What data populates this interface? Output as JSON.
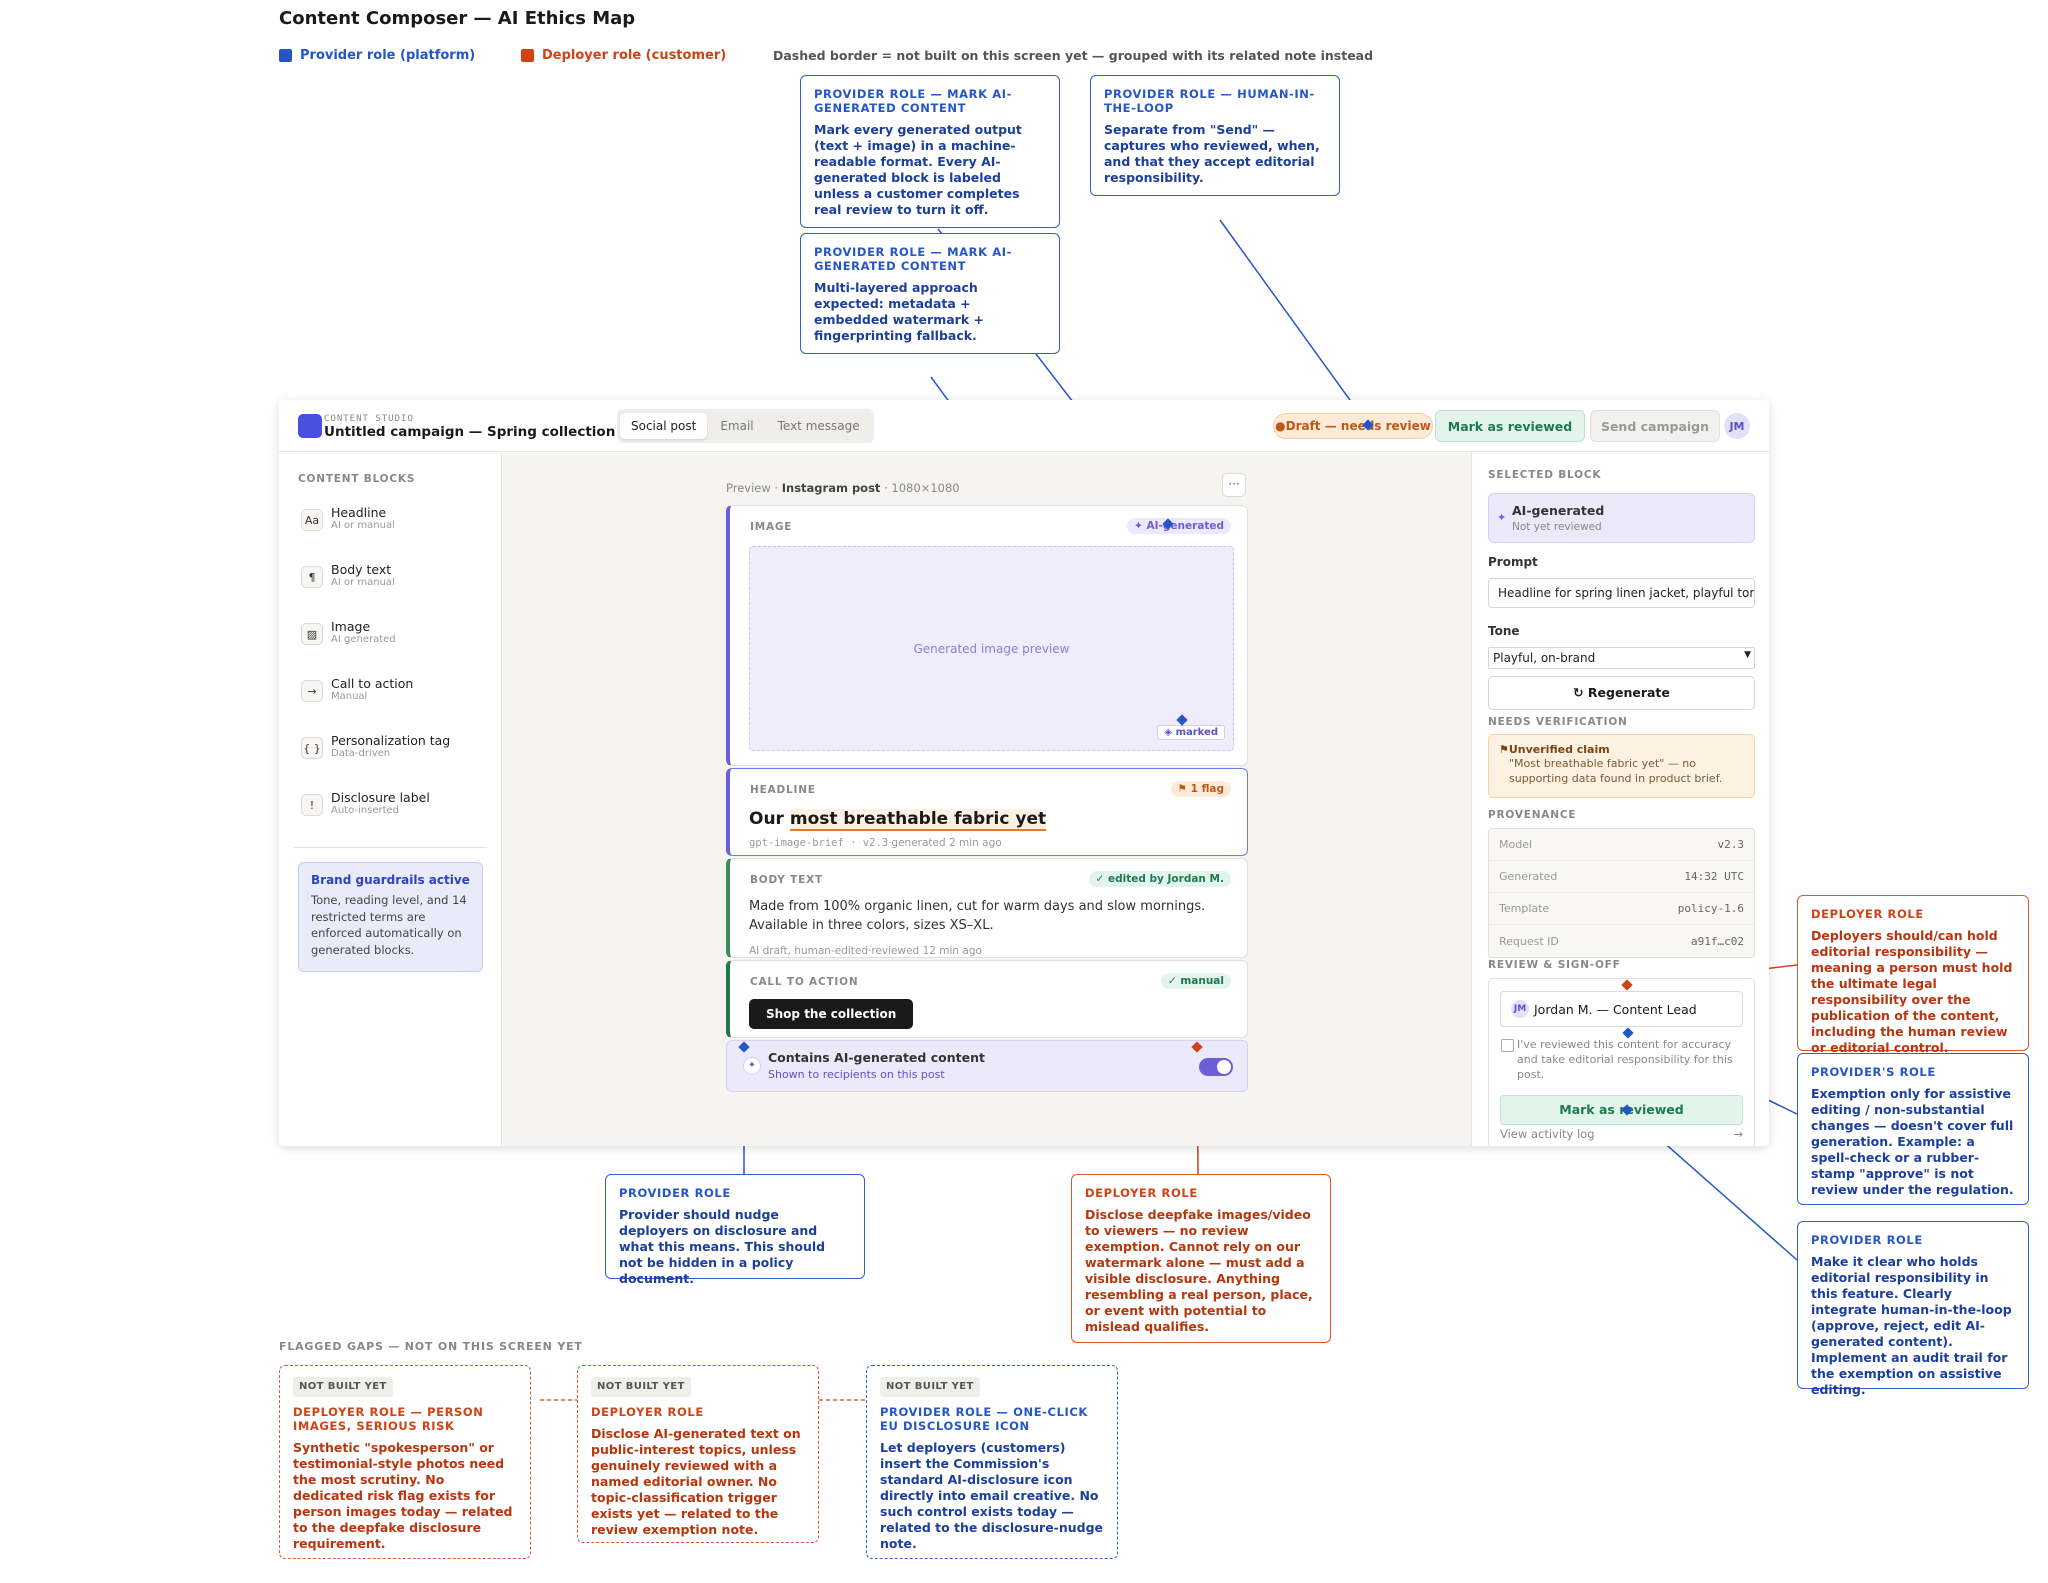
{
  "title": "Content Composer — AI Ethics Map",
  "legend": {
    "provider": "Provider role (platform)",
    "deployer": "Deployer role (customer)",
    "dashed": "Dashed border = not built on this screen yet — grouped with its related note instead"
  },
  "colors": {
    "provider": "#2456c8",
    "deployer": "#cf4314"
  },
  "notes": {
    "n1": {
      "head": "PROVIDER ROLE — MARK AI-GENERATED CONTENT",
      "body": "Mark every generated output (text + image) in a machine-readable format. Every AI-generated block is labeled unless a customer completes real review to turn it off."
    },
    "n2": {
      "head": "PROVIDER ROLE — HUMAN-IN-THE-LOOP",
      "body": "Separate from \"Send\" — captures who reviewed, when, and that they accept editorial responsibility."
    },
    "n3": {
      "head": "PROVIDER ROLE — MARK AI-GENERATED CONTENT",
      "body": "Multi-layered approach expected: metadata + embedded watermark + fingerprinting fallback."
    },
    "n4": {
      "head": "DEPLOYER ROLE",
      "body": "Deployers should/can hold editorial responsibility — meaning a person must hold the ultimate legal responsibility over the publication of the content, including the human review or editorial control."
    },
    "n5": {
      "head": "PROVIDER'S ROLE",
      "body": "Exemption only for assistive editing / non-substantial changes — doesn't cover full generation. Example: a spell-check or a rubber-stamp \"approve\" is not review under the regulation."
    },
    "n6": {
      "head": "PROVIDER ROLE",
      "body": "Make it clear who holds editorial responsibility in this feature. Clearly integrate human-in-the-loop (approve, reject, edit AI-generated content). Implement an audit trail for the exemption on assistive editing."
    },
    "n7": {
      "head": "PROVIDER ROLE",
      "body": "Provider should nudge deployers on disclosure and what this means. This should not be hidden in a policy document."
    },
    "n8": {
      "head": "DEPLOYER ROLE",
      "body": "Disclose deepfake images/video to viewers — no review exemption. Cannot rely on our watermark alone — must add a visible disclosure. Anything resembling a real person, place, or event with potential to mislead qualifies."
    }
  },
  "gaps": {
    "heading": "FLAGGED GAPS — NOT ON THIS SCREEN YET",
    "tag": "NOT BUILT YET",
    "g1": {
      "head": "DEPLOYER ROLE — PERSON IMAGES, SERIOUS RISK",
      "body": "Synthetic \"spokesperson\" or testimonial-style photos need the most scrutiny. No dedicated risk flag exists for person images today — related to the deepfake disclosure requirement."
    },
    "g2": {
      "head": "DEPLOYER ROLE",
      "body": "Disclose AI-generated text on public-interest topics, unless genuinely reviewed with a named editorial owner. No topic-classification trigger exists yet — related to the review exemption note."
    },
    "g3": {
      "head": "PROVIDER ROLE — ONE-CLICK EU DISCLOSURE ICON",
      "body": "Let deployers (customers) insert the Commission's standard AI-disclosure icon directly into email creative. No such control exists today — related to the disclosure-nudge note."
    }
  },
  "app": {
    "studio": "CONTENT STUDIO",
    "campaign": "Untitled campaign — Spring collection",
    "tabs": [
      "Social post",
      "Email",
      "Text message"
    ],
    "status": "Draft — needs review",
    "mark_reviewed": "Mark as reviewed",
    "send": "Send campaign",
    "avatar": "JM",
    "sidebar": {
      "heading": "CONTENT BLOCKS",
      "blocks": [
        {
          "icon": "Aa",
          "title": "Headline",
          "sub": "AI or manual"
        },
        {
          "icon": "¶",
          "title": "Body text",
          "sub": "AI or manual"
        },
        {
          "icon": "▨",
          "title": "Image",
          "sub": "AI generated"
        },
        {
          "icon": "→",
          "title": "Call to action",
          "sub": "Manual"
        },
        {
          "icon": "{ }",
          "title": "Personalization tag",
          "sub": "Data-driven"
        },
        {
          "icon": "!",
          "title": "Disclosure label",
          "sub": "Auto-inserted"
        }
      ],
      "guard_title": "Brand guardrails active",
      "guard_body": "Tone, reading level, and 14 restricted terms are enforced automatically on generated blocks."
    },
    "canvas": {
      "preview_a": "Preview · ",
      "preview_b": "Instagram post",
      "preview_c": " · 1080×1080",
      "more": "···",
      "image": {
        "label": "IMAGE",
        "badge": "✦ AI-generated",
        "placeholder": "Generated image preview",
        "marked": "◈ marked"
      },
      "headline": {
        "label": "HEADLINE",
        "badge": "⚑ 1 flag",
        "text_a": "Our ",
        "text_b": "most breathable fabric yet",
        "meta_a": "gpt-image-brief · v2.3",
        "meta_b": "·generated 2 min ago"
      },
      "body": {
        "label": "BODY TEXT",
        "badge": "✓ edited by Jordan M.",
        "text": "Made from 100% organic linen, cut for warm days and slow mornings. Available in three colors, sizes XS–XL.",
        "meta": "AI draft, human-edited·reviewed 12 min ago"
      },
      "cta": {
        "label": "CALL TO ACTION",
        "badge": "✓ manual",
        "button": "Shop the collection"
      },
      "disclosure": {
        "title": "Contains AI-generated content",
        "sub": "Shown to recipients on this post",
        "on": true
      }
    },
    "panel": {
      "selected_heading": "SELECTED BLOCK",
      "selected_title": "AI-generated",
      "selected_sub": "Not yet reviewed",
      "prompt_label": "Prompt",
      "prompt_value": "Headline for spring linen jacket, playful tone",
      "tone_label": "Tone",
      "tone_value": "Playful, on-brand",
      "regenerate": "↻ Regenerate",
      "verify_heading": "NEEDS VERIFICATION",
      "verify_title": "⚑Unverified claim",
      "verify_body": "\"Most breathable fabric yet\" — no supporting data found in product brief.",
      "provenance_heading": "PROVENANCE",
      "provenance": [
        {
          "k": "Model",
          "v": "v2.3"
        },
        {
          "k": "Generated",
          "v": "14:32 UTC"
        },
        {
          "k": "Template",
          "v": "policy-1.6"
        },
        {
          "k": "Request ID",
          "v": "a91f…c02"
        }
      ],
      "review_heading": "REVIEW & SIGN-OFF",
      "reviewer_initials": "JM",
      "reviewer": "Jordan M. — Content Lead",
      "checkbox_text": "I've reviewed this content for accuracy and take editorial responsibility for this post.",
      "mark_reviewed": "Mark as reviewed",
      "activity": "View activity log",
      "activity_arrow": "→"
    }
  }
}
